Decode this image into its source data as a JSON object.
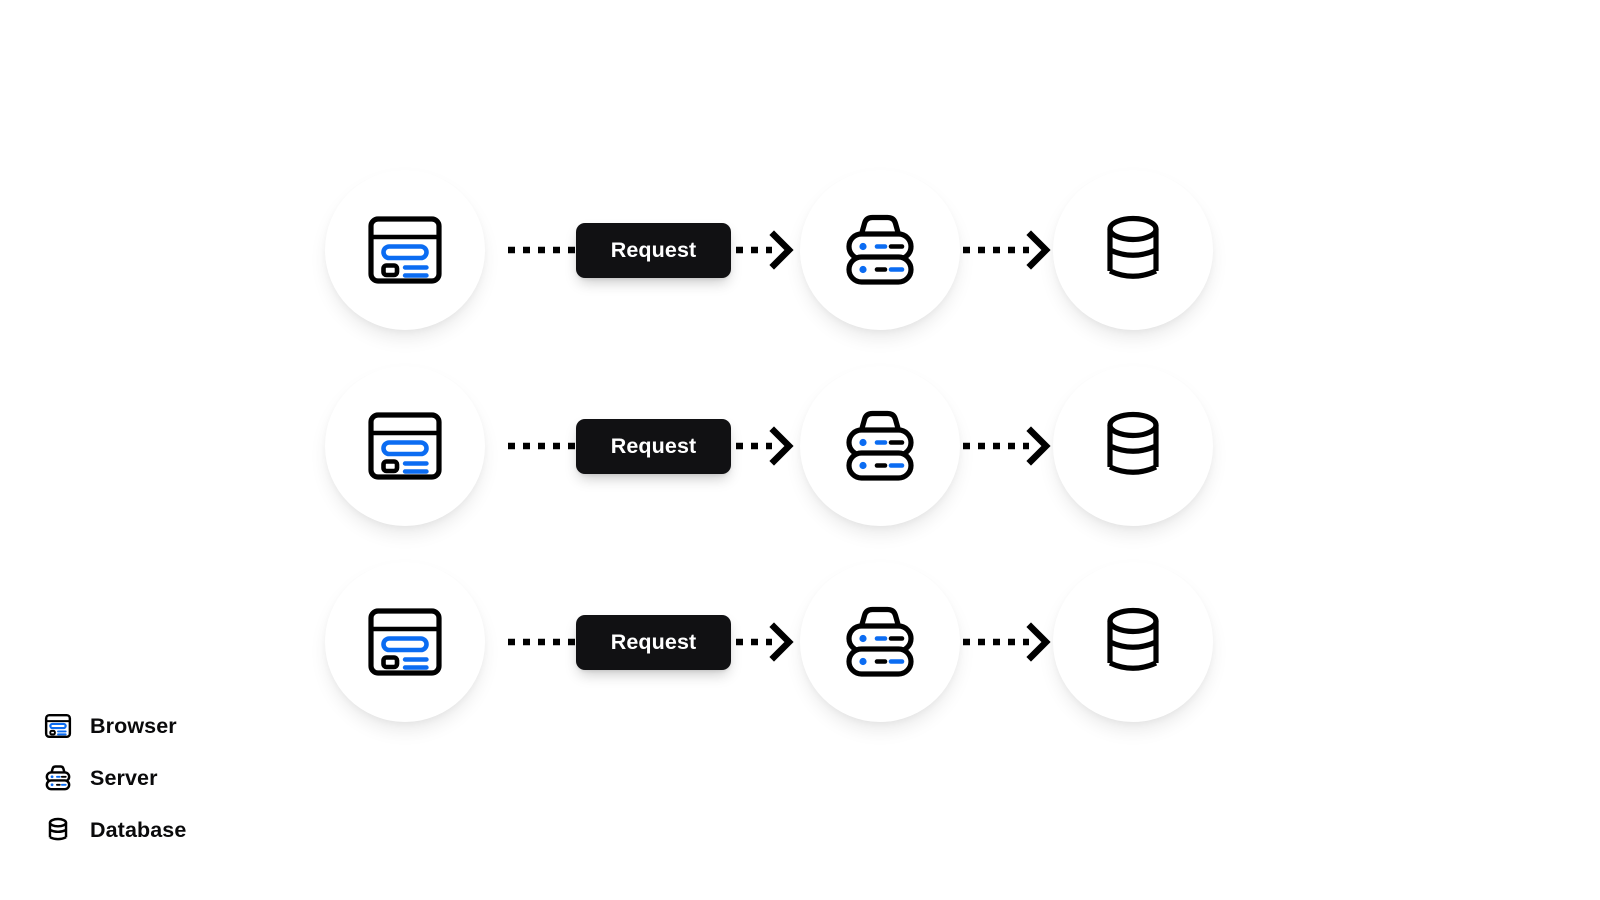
{
  "colors": {
    "accent_blue": "#0b6cf2",
    "ink": "#000000",
    "badge_bg": "#111113",
    "badge_text": "#ffffff",
    "node_bg": "#ffffff",
    "canvas_bg": "#ffffff"
  },
  "diagram": {
    "title": "",
    "rows": [
      {
        "id": "row-1",
        "browser": {
          "icon": "browser-icon",
          "label": "Browser"
        },
        "request": {
          "label": "Request"
        },
        "server": {
          "icon": "server-icon",
          "label": "Server"
        },
        "database": {
          "icon": "database-icon",
          "label": "Database"
        },
        "connector_1": {
          "style": "dashed",
          "arrowhead": "chevron"
        },
        "connector_2": {
          "style": "dashed",
          "arrowhead": "chevron"
        }
      },
      {
        "id": "row-2",
        "browser": {
          "icon": "browser-icon",
          "label": "Browser"
        },
        "request": {
          "label": "Request"
        },
        "server": {
          "icon": "server-icon",
          "label": "Server"
        },
        "database": {
          "icon": "database-icon",
          "label": "Database"
        },
        "connector_1": {
          "style": "dashed",
          "arrowhead": "chevron"
        },
        "connector_2": {
          "style": "dashed",
          "arrowhead": "chevron"
        }
      },
      {
        "id": "row-3",
        "browser": {
          "icon": "browser-icon",
          "label": "Browser"
        },
        "request": {
          "label": "Request"
        },
        "server": {
          "icon": "server-icon",
          "label": "Server"
        },
        "database": {
          "icon": "database-icon",
          "label": "Database"
        },
        "connector_1": {
          "style": "dashed",
          "arrowhead": "chevron"
        },
        "connector_2": {
          "style": "dashed",
          "arrowhead": "chevron"
        }
      }
    ]
  },
  "legend": {
    "items": [
      {
        "icon": "browser-icon",
        "label": "Browser"
      },
      {
        "icon": "server-icon",
        "label": "Server"
      },
      {
        "icon": "database-icon",
        "label": "Database"
      }
    ]
  }
}
